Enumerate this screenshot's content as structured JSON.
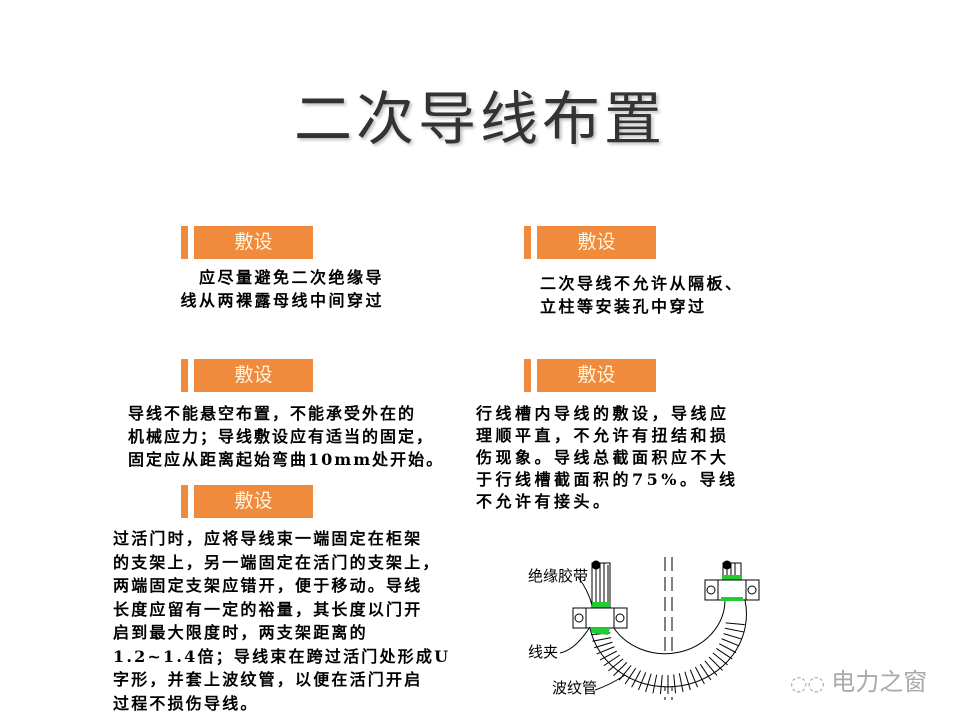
{
  "title": "二次导线布置",
  "section_label": "敷设",
  "blocks": {
    "top_left": "应尽量避免二次绝缘导\n线从两裸露母线中间穿过",
    "top_right": "二次导线不允许从隔板、\n立柱等安装孔中穿过",
    "mid_left": "导线不能悬空布置，不能承受外在的\n机械应力；导线敷设应有适当的固定，\n固定应从距离起始弯曲10mm处开始。",
    "mid_right": "行线槽内导线的敷设，导线应\n理顺平直，不允许有扭结和损\n伤现象。导线总截面积应不大\n于行线槽截面积的75%。导线\n不允许有接头。",
    "bottom_left": "过活门时，应将导线束一端固定在柜架\n的支架上，另一端固定在活门的支架上，\n两端固定支架应错开，便于移动。导线\n长度应留有一定的裕量，其长度以门开\n启到最大限度时，两支架距离的\n1.2~1.4倍；导线束在跨过活门处形成U\n字形，并套上波纹管，以便在活门开启\n过程不损伤导线。"
  },
  "diagram_labels": {
    "tape": "绝缘胶带",
    "clamp": "线夹",
    "tube": "波纹管"
  },
  "watermark": "电力之窗",
  "colors": {
    "accent": "#f08a3c",
    "tape": "#22cc33"
  }
}
